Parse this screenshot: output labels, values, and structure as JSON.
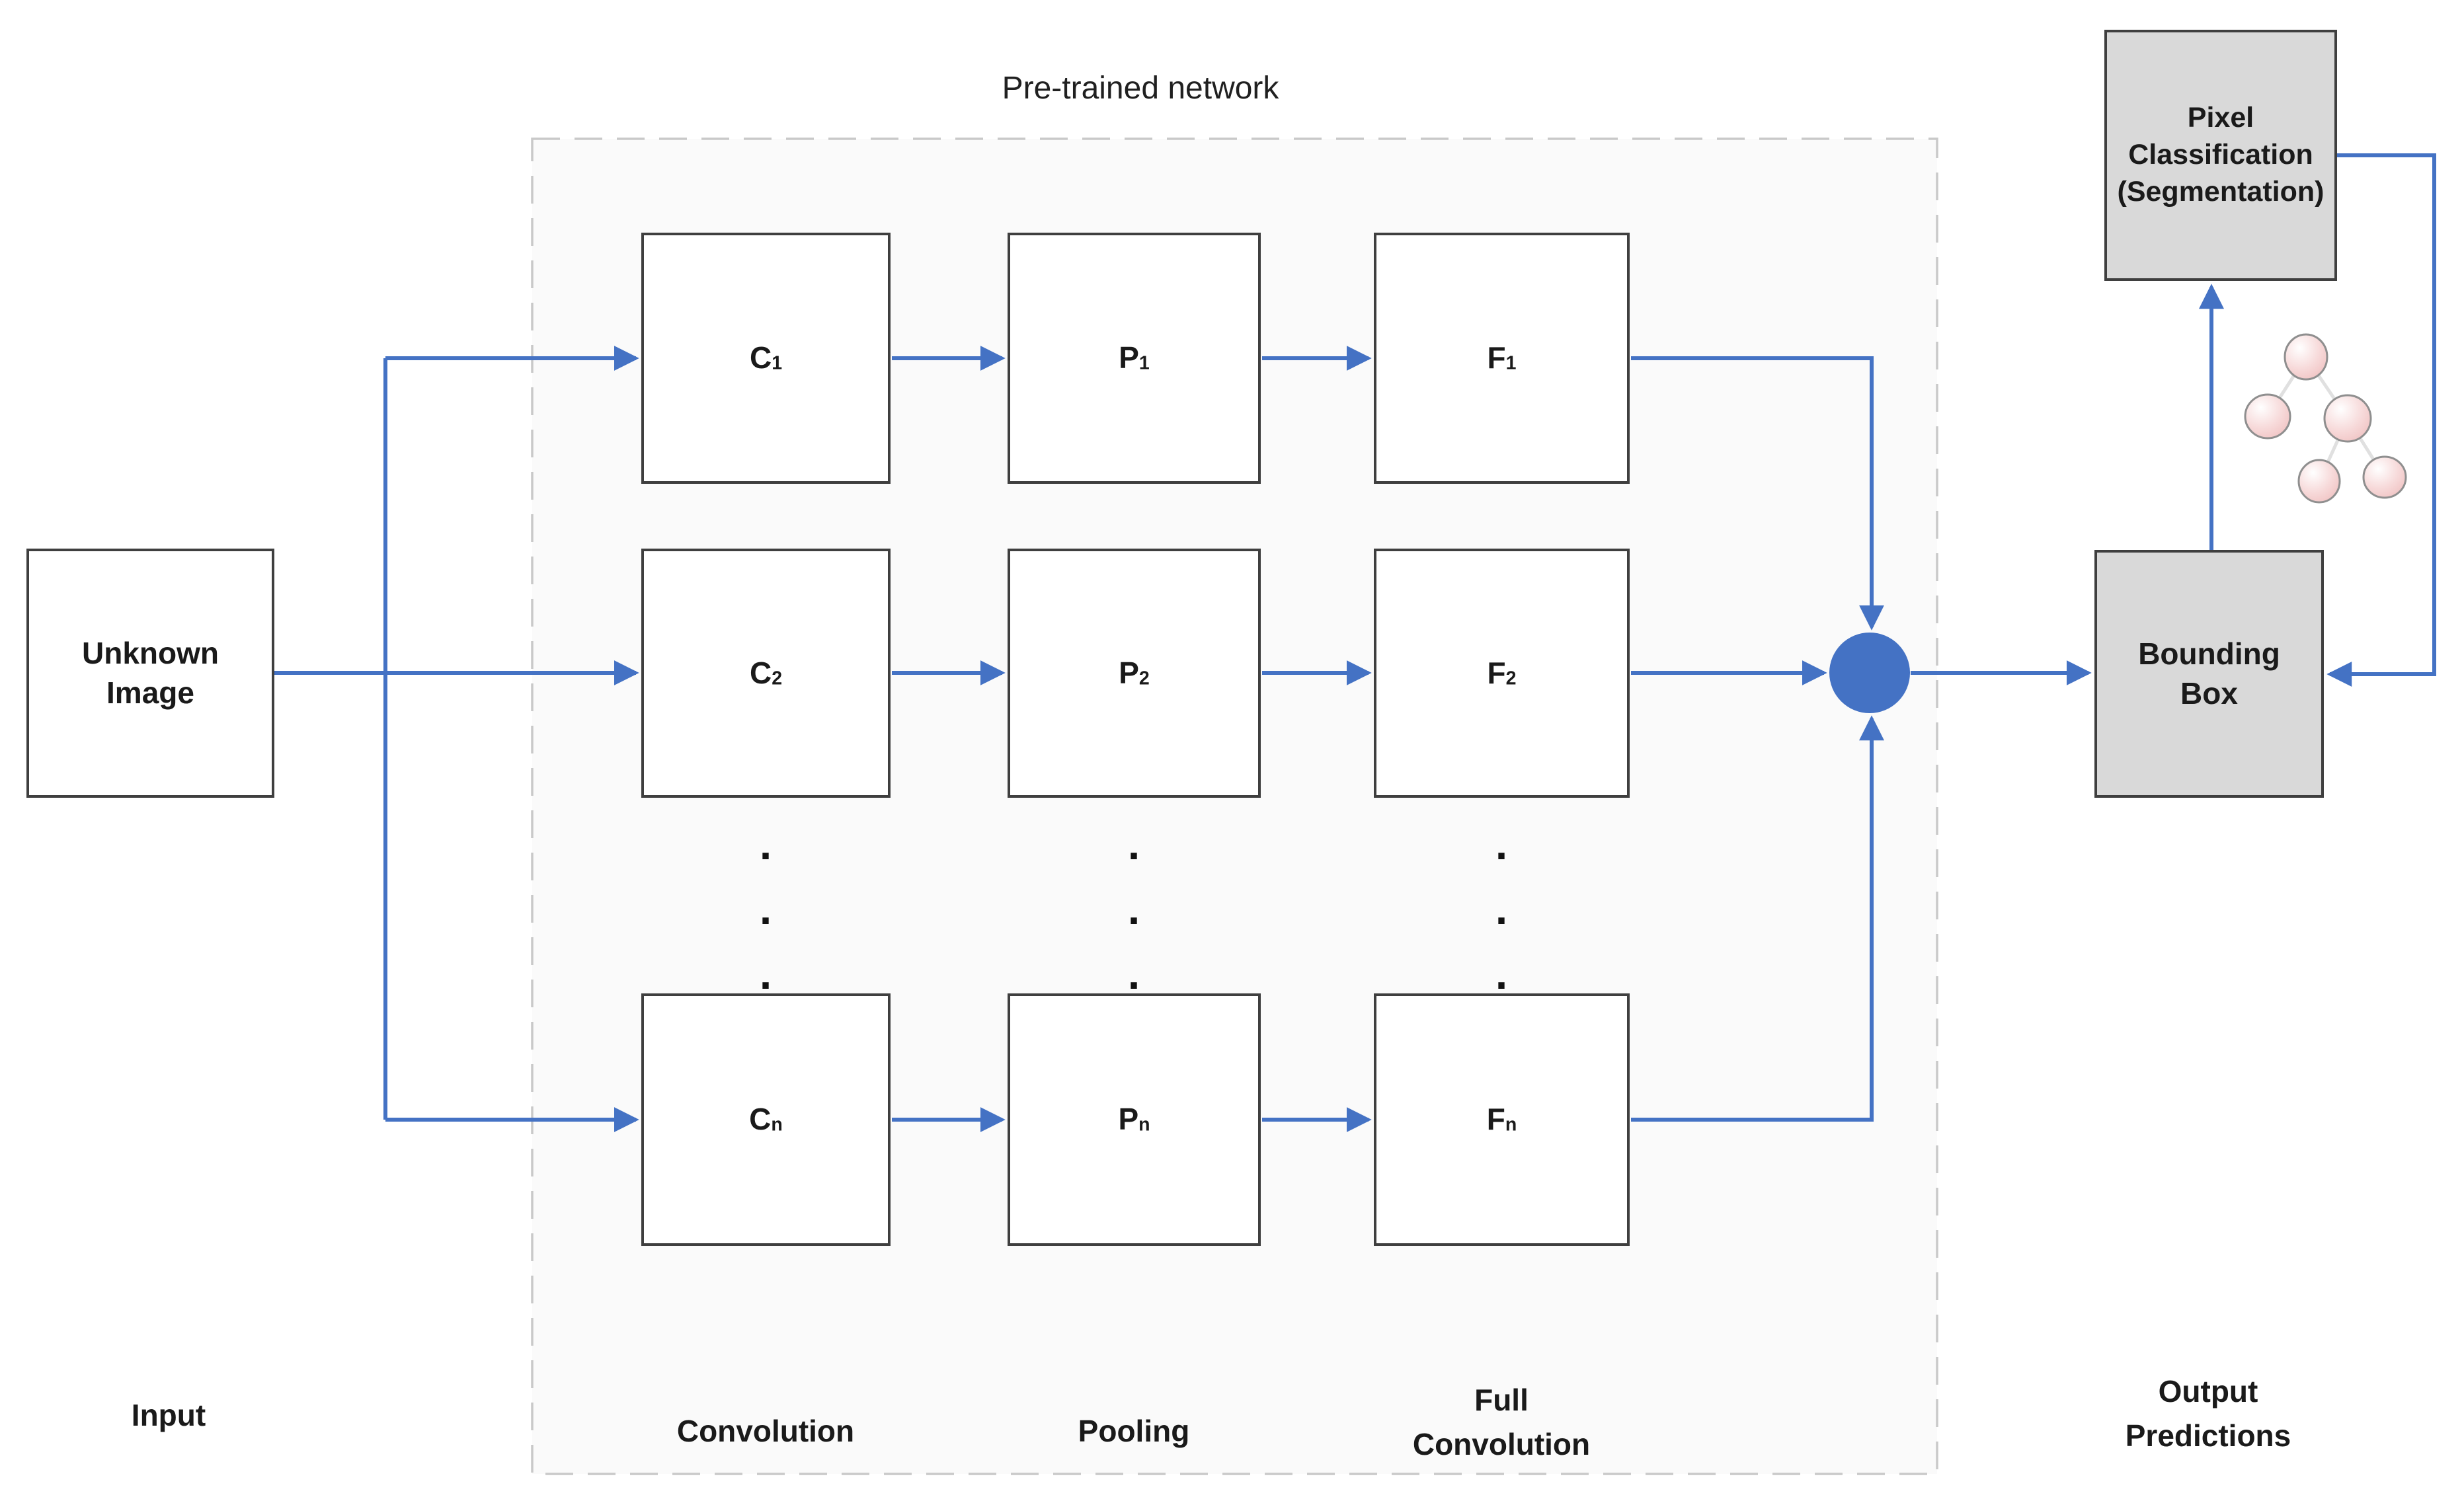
{
  "colors": {
    "accent_blue": "#4472C4",
    "box_border": "#3F3F3F",
    "gray_fill": "#D9D9D9",
    "panel_fill": "#FAFAFA",
    "dashed_border": "#C9C9C9",
    "text_color": "#1A1A1A"
  },
  "title": "Pre-trained network",
  "input": {
    "box_label": "Unknown Image",
    "caption": "Input"
  },
  "pretrained": {
    "rows": [
      {
        "cells": [
          {
            "main": "C",
            "sub": "1"
          },
          {
            "main": "P",
            "sub": "1"
          },
          {
            "main": "F",
            "sub": "1"
          }
        ]
      },
      {
        "cells": [
          {
            "main": "C",
            "sub": "2"
          },
          {
            "main": "P",
            "sub": "2"
          },
          {
            "main": "F",
            "sub": "2"
          }
        ]
      },
      {
        "cells": [
          {
            "main": "C",
            "sub": "n"
          },
          {
            "main": "P",
            "sub": "n"
          },
          {
            "main": "F",
            "sub": "n"
          }
        ]
      }
    ],
    "ellipsis": [
      ".",
      ".",
      "."
    ],
    "captions": [
      "Convolution",
      "Pooling",
      "Full Convolution"
    ]
  },
  "output": {
    "segmentation_label": "Pixel Classification (Segmentation)",
    "bounding_box_label": "Bounding Box",
    "caption": "Output Predictions"
  }
}
